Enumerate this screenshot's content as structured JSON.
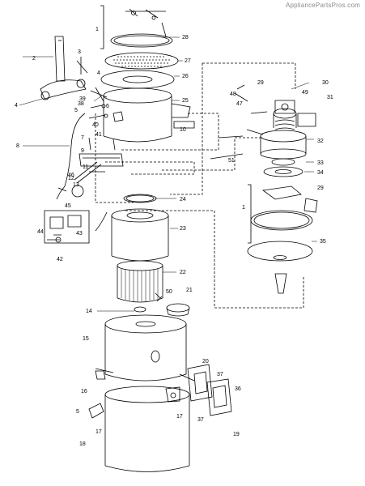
{
  "watermark": "AppliancePartsPros.com",
  "callouts": {
    "c1": "1",
    "c1b": "1",
    "c2": "2",
    "c3": "3",
    "c4": "4",
    "c4b": "4",
    "c5": "5",
    "c5b": "5",
    "c6": "6",
    "c7": "7",
    "c8": "8",
    "c9": "9",
    "c10": "10",
    "c11": "11",
    "c12": "12",
    "c13": "13",
    "c14": "14",
    "c15": "15",
    "c16": "16",
    "c17": "17",
    "c17b": "17",
    "c18": "18",
    "c19": "19",
    "c20": "20",
    "c21": "21",
    "c22": "22",
    "c23": "23",
    "c24": "24",
    "c25": "25",
    "c26": "26",
    "c27": "27",
    "c28": "28",
    "c29": "29",
    "c29b": "29",
    "c30": "30",
    "c31": "31",
    "c32": "32",
    "c33": "33",
    "c34": "34",
    "c35": "35",
    "c36": "36",
    "c37": "37",
    "c37b": "37",
    "c38": "38",
    "c39": "39",
    "c40": "40",
    "c41": "41",
    "c42": "42",
    "c43": "43",
    "c44": "44",
    "c45": "45",
    "c46": "46",
    "c47": "47",
    "c48": "48",
    "c49": "49",
    "c50": "50",
    "c51": "51"
  }
}
